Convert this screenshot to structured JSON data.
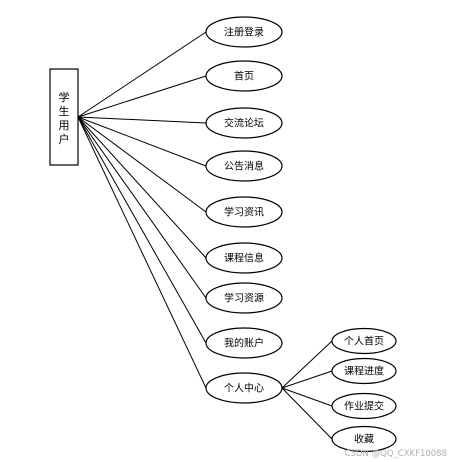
{
  "actor": {
    "lines": [
      "学",
      "生",
      "用",
      "户"
    ]
  },
  "functions": [
    {
      "id": "register-login",
      "label": "注册登录"
    },
    {
      "id": "home",
      "label": "首页"
    },
    {
      "id": "forum",
      "label": "交流论坛"
    },
    {
      "id": "announcements",
      "label": "公告消息"
    },
    {
      "id": "study-news",
      "label": "学习资讯"
    },
    {
      "id": "course-info",
      "label": "课程信息"
    },
    {
      "id": "study-resources",
      "label": "学习资源"
    },
    {
      "id": "my-account",
      "label": "我的账户"
    },
    {
      "id": "personal-center",
      "label": "个人中心"
    }
  ],
  "sub_functions": [
    {
      "id": "personal-home",
      "label": "个人首页"
    },
    {
      "id": "course-progress",
      "label": "课程进度"
    },
    {
      "id": "homework-submit",
      "label": "作业提交"
    },
    {
      "id": "favorites",
      "label": "收藏"
    }
  ],
  "watermark": "CSDN @QQ_CXKF10088"
}
